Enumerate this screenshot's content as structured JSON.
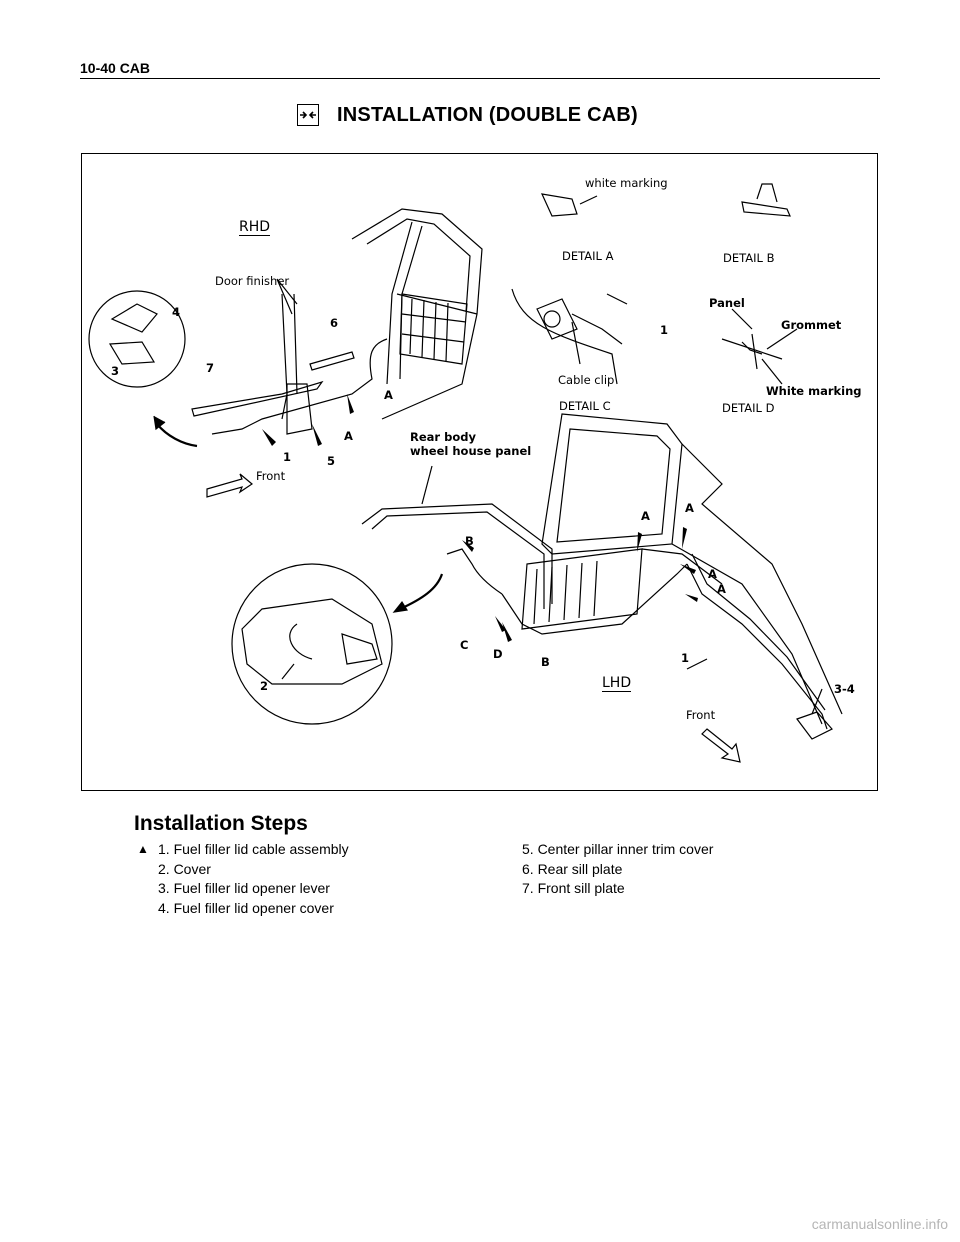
{
  "header": {
    "text": "10-40  CAB"
  },
  "title": {
    "icon": "install-arrows-icon",
    "text": "INSTALLATION (DOUBLE CAB)"
  },
  "figure": {
    "labels": {
      "rhd": "RHD",
      "lhd": "LHD",
      "door_finisher": "Door finisher",
      "front_rhd": "Front",
      "front_lhd": "Front",
      "rear_body_1": "Rear body",
      "rear_body_2": "wheel house panel",
      "white_marking_a": "white marking",
      "detail_a": "DETAIL A",
      "detail_b": "DETAIL B",
      "detail_c": "DETAIL C",
      "detail_d": "DETAIL D",
      "cable_clip": "Cable clip",
      "panel": "Panel",
      "grommet": "Grommet",
      "white_marking_d": "White marking",
      "n4": "4",
      "n3": "3",
      "n7": "7",
      "n6": "6",
      "n1a": "1",
      "n5": "5",
      "a1": "A",
      "a2": "A",
      "n1c": "1",
      "b1": "B",
      "c1": "C",
      "d1": "D",
      "b2": "B",
      "a3": "A",
      "a4": "A",
      "a5": "A",
      "a6": "A",
      "n1b": "1",
      "n2": "2",
      "n34": "3-4"
    }
  },
  "steps": {
    "title": "Installation Steps",
    "marker": "▲",
    "left": [
      "1. Fuel filler lid cable assembly",
      "2. Cover",
      "3. Fuel filler lid opener lever",
      "4. Fuel filler lid opener cover"
    ],
    "right": [
      "5. Center pillar inner trim cover",
      "6. Rear sill plate",
      "7. Front sill plate"
    ]
  },
  "watermark": "carmanualsonline.info"
}
